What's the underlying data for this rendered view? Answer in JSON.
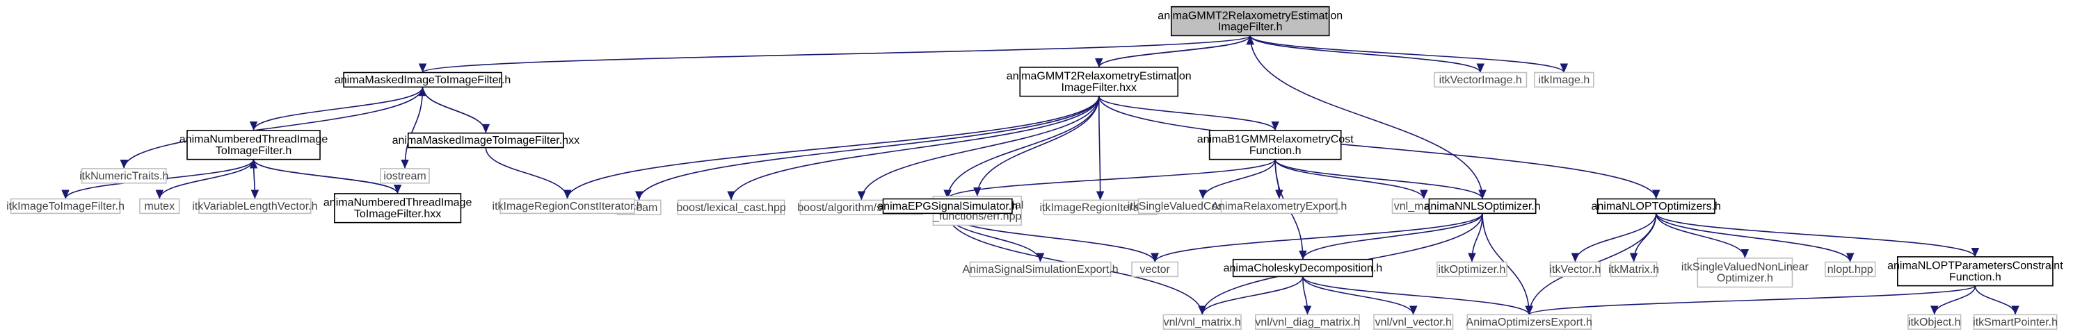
{
  "colors": {
    "edge": "#191970",
    "root_fill": "#bfbfbf",
    "node_border": "#000000",
    "external_border": "#bfbfbf"
  },
  "nodes": [
    {
      "id": "root",
      "lines": [
        "animaGMMT2RelaxometryEstimation",
        "ImageFilter.h"
      ],
      "kind": "root"
    },
    {
      "id": "masked_h",
      "lines": [
        "animaMaskedImageToImageFilter.h"
      ],
      "kind": "doc"
    },
    {
      "id": "gmm_hxx",
      "lines": [
        "animaGMMT2RelaxometryEstimation",
        "ImageFilter.hxx"
      ],
      "kind": "doc"
    },
    {
      "id": "itkVectorImage",
      "lines": [
        "itkVectorImage.h"
      ],
      "kind": "ext"
    },
    {
      "id": "itkImage",
      "lines": [
        "itkImage.h"
      ],
      "kind": "ext"
    },
    {
      "id": "itkNumericTraits",
      "lines": [
        "itkNumericTraits.h"
      ],
      "kind": "ext"
    },
    {
      "id": "numbered_h",
      "lines": [
        "animaNumberedThreadImage",
        "ToImageFilter.h"
      ],
      "kind": "doc"
    },
    {
      "id": "iostream",
      "lines": [
        "iostream"
      ],
      "kind": "ext"
    },
    {
      "id": "masked_hxx",
      "lines": [
        "animaMaskedImageToImageFilter.hxx"
      ],
      "kind": "doc"
    },
    {
      "id": "fstream",
      "lines": [
        "fstream"
      ],
      "kind": "ext"
    },
    {
      "id": "lexical",
      "lines": [
        "boost/lexical_cast.hpp"
      ],
      "kind": "ext"
    },
    {
      "id": "boost_string",
      "lines": [
        "boost/algorithm/string.hpp"
      ],
      "kind": "ext"
    },
    {
      "id": "boost_erf",
      "lines": [
        "boost/math/special",
        "_functions/erf.hpp"
      ],
      "kind": "ext"
    },
    {
      "id": "itkRegionIter",
      "lines": [
        "itkImageRegionIterator.h"
      ],
      "kind": "ext"
    },
    {
      "id": "b1gmm",
      "lines": [
        "animaB1GMMRelaxometryCost",
        "Function.h"
      ],
      "kind": "doc"
    },
    {
      "id": "itkImageToImage",
      "lines": [
        "itkImageToImageFilter.h"
      ],
      "kind": "ext"
    },
    {
      "id": "mutex",
      "lines": [
        "mutex"
      ],
      "kind": "ext"
    },
    {
      "id": "itkVarLen",
      "lines": [
        "itkVariableLengthVector.h"
      ],
      "kind": "ext"
    },
    {
      "id": "numbered_hxx",
      "lines": [
        "animaNumberedThreadImage",
        "ToImageFilter.hxx"
      ],
      "kind": "doc"
    },
    {
      "id": "itkConstIter",
      "lines": [
        "itkImageRegionConstIterator.h"
      ],
      "kind": "ext"
    },
    {
      "id": "epg",
      "lines": [
        "animaEPGSignalSimulator.h"
      ],
      "kind": "doc"
    },
    {
      "id": "itkSingleCost",
      "lines": [
        "itkSingleValuedCostFunction.h"
      ],
      "kind": "ext"
    },
    {
      "id": "relaxExport",
      "lines": [
        "AnimaRelaxometryExport.h"
      ],
      "kind": "ext"
    },
    {
      "id": "vnl_matrix_h",
      "lines": [
        "vnl_matrix.h"
      ],
      "kind": "ext"
    },
    {
      "id": "nnls",
      "lines": [
        "animaNNLSOptimizer.h"
      ],
      "kind": "doc"
    },
    {
      "id": "nlopt",
      "lines": [
        "animaNLOPTOptimizers.h"
      ],
      "kind": "doc"
    },
    {
      "id": "sigExport",
      "lines": [
        "AnimaSignalSimulationExport.h"
      ],
      "kind": "ext"
    },
    {
      "id": "vector",
      "lines": [
        "vector"
      ],
      "kind": "ext"
    },
    {
      "id": "cholesky",
      "lines": [
        "animaCholeskyDecomposition.h"
      ],
      "kind": "doc"
    },
    {
      "id": "itkOptimizer",
      "lines": [
        "itkOptimizer.h"
      ],
      "kind": "ext"
    },
    {
      "id": "itkVector",
      "lines": [
        "itkVector.h"
      ],
      "kind": "ext"
    },
    {
      "id": "itkMatrix",
      "lines": [
        "itkMatrix.h"
      ],
      "kind": "ext"
    },
    {
      "id": "itkSingleNonLin",
      "lines": [
        "itkSingleValuedNonLinear",
        "Optimizer.h"
      ],
      "kind": "ext"
    },
    {
      "id": "nlopt_hpp",
      "lines": [
        "nlopt.hpp"
      ],
      "kind": "ext"
    },
    {
      "id": "nloptConstraint",
      "lines": [
        "animaNLOPTParametersConstraint",
        "Function.h"
      ],
      "kind": "doc"
    },
    {
      "id": "vnl_vnl_matrix",
      "lines": [
        "vnl/vnl_matrix.h"
      ],
      "kind": "ext"
    },
    {
      "id": "vnl_diag",
      "lines": [
        "vnl/vnl_diag_matrix.h"
      ],
      "kind": "ext"
    },
    {
      "id": "vnl_vector",
      "lines": [
        "vnl/vnl_vector.h"
      ],
      "kind": "ext"
    },
    {
      "id": "optExport",
      "lines": [
        "AnimaOptimizersExport.h"
      ],
      "kind": "ext"
    },
    {
      "id": "itkObject",
      "lines": [
        "itkObject.h"
      ],
      "kind": "ext"
    },
    {
      "id": "itkSmartPointer",
      "lines": [
        "itkSmartPointer.h"
      ],
      "kind": "ext"
    }
  ],
  "edges": [
    [
      "root",
      "masked_h"
    ],
    [
      "root",
      "gmm_hxx"
    ],
    [
      "root",
      "itkVectorImage"
    ],
    [
      "root",
      "itkImage"
    ],
    [
      "root",
      "nnls"
    ],
    [
      "gmm_hxx",
      "root"
    ],
    [
      "masked_h",
      "itkNumericTraits"
    ],
    [
      "masked_h",
      "numbered_h"
    ],
    [
      "masked_h",
      "iostream"
    ],
    [
      "masked_h",
      "masked_hxx"
    ],
    [
      "masked_hxx",
      "masked_h"
    ],
    [
      "masked_hxx",
      "itkConstIter"
    ],
    [
      "numbered_h",
      "itkImageToImage"
    ],
    [
      "numbered_h",
      "mutex"
    ],
    [
      "numbered_h",
      "itkVarLen"
    ],
    [
      "numbered_h",
      "numbered_hxx"
    ],
    [
      "numbered_hxx",
      "numbered_h"
    ],
    [
      "gmm_hxx",
      "itkConstIter"
    ],
    [
      "gmm_hxx",
      "fstream"
    ],
    [
      "gmm_hxx",
      "lexical"
    ],
    [
      "gmm_hxx",
      "boost_string"
    ],
    [
      "gmm_hxx",
      "boost_erf"
    ],
    [
      "gmm_hxx",
      "itkRegionIter"
    ],
    [
      "gmm_hxx",
      "b1gmm"
    ],
    [
      "gmm_hxx",
      "epg"
    ],
    [
      "gmm_hxx",
      "nlopt"
    ],
    [
      "b1gmm",
      "epg"
    ],
    [
      "b1gmm",
      "itkSingleCost"
    ],
    [
      "b1gmm",
      "relaxExport"
    ],
    [
      "b1gmm",
      "vnl_matrix_h"
    ],
    [
      "b1gmm",
      "nnls"
    ],
    [
      "b1gmm",
      "cholesky"
    ],
    [
      "epg",
      "sigExport"
    ],
    [
      "epg",
      "vector"
    ],
    [
      "epg",
      "vnl_vnl_matrix"
    ],
    [
      "nnls",
      "vector"
    ],
    [
      "nnls",
      "cholesky"
    ],
    [
      "nnls",
      "itkOptimizer"
    ],
    [
      "nnls",
      "vnl_vnl_matrix"
    ],
    [
      "nnls",
      "optExport"
    ],
    [
      "cholesky",
      "vnl_vnl_matrix"
    ],
    [
      "cholesky",
      "vnl_diag"
    ],
    [
      "cholesky",
      "vnl_vector"
    ],
    [
      "cholesky",
      "optExport"
    ],
    [
      "nlopt",
      "itkVector"
    ],
    [
      "nlopt",
      "itkMatrix"
    ],
    [
      "nlopt",
      "itkSingleNonLin"
    ],
    [
      "nlopt",
      "nlopt_hpp"
    ],
    [
      "nlopt",
      "nloptConstraint"
    ],
    [
      "nlopt",
      "optExport"
    ],
    [
      "nloptConstraint",
      "optExport"
    ],
    [
      "nloptConstraint",
      "itkObject"
    ],
    [
      "nloptConstraint",
      "itkSmartPointer"
    ]
  ]
}
